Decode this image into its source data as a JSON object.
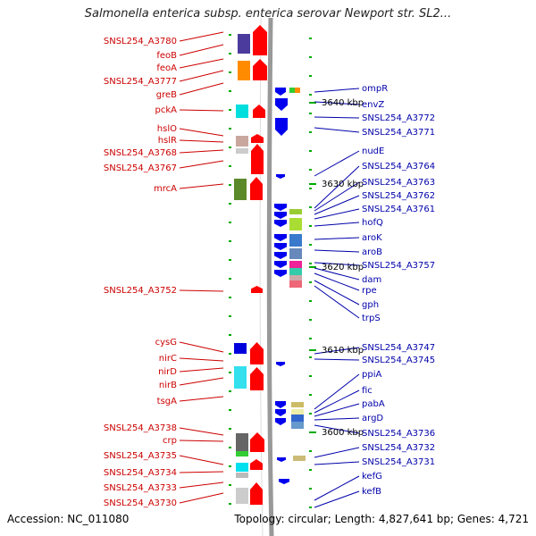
{
  "title": "Salmonella enterica subsp. enterica serovar Newport str. SL2...",
  "footer": {
    "accession": "Accession: NC_011080",
    "topology": "Topology: circular; Length: 4,827,641 bp; Genes: 4,721"
  },
  "colors": {
    "left_labels": "#cc0000",
    "right_labels": "#0000aa",
    "forward_genes": "#ff0000",
    "reverse_genes": "#0000ee",
    "backbone": "#999999",
    "ticks": "#00aa00"
  },
  "scale": {
    "ticks": [
      {
        "label": "3640 kbp"
      },
      {
        "label": "3630 kbp"
      },
      {
        "label": "3620 kbp"
      },
      {
        "label": "3610 kbp"
      },
      {
        "label": "3600 kbp"
      }
    ]
  },
  "left_genes": [
    {
      "name": "SNSL254_A3780"
    },
    {
      "name": "feoB"
    },
    {
      "name": "feoA"
    },
    {
      "name": "SNSL254_A3777"
    },
    {
      "name": "greB"
    },
    {
      "name": "pckA"
    },
    {
      "name": "hslO"
    },
    {
      "name": "hslR"
    },
    {
      "name": "SNSL254_A3768"
    },
    {
      "name": "SNSL254_A3767"
    },
    {
      "name": "mrcA"
    },
    {
      "name": "SNSL254_A3752"
    },
    {
      "name": "cysG"
    },
    {
      "name": "nirC"
    },
    {
      "name": "nirD"
    },
    {
      "name": "nirB"
    },
    {
      "name": "tsgA"
    },
    {
      "name": "SNSL254_A3738"
    },
    {
      "name": "crp"
    },
    {
      "name": "SNSL254_A3735"
    },
    {
      "name": "SNSL254_A3734"
    },
    {
      "name": "SNSL254_A3733"
    },
    {
      "name": "SNSL254_A3730"
    }
  ],
  "right_genes": [
    {
      "name": "ompR"
    },
    {
      "name": "envZ"
    },
    {
      "name": "SNSL254_A3772"
    },
    {
      "name": "SNSL254_A3771"
    },
    {
      "name": "nudE"
    },
    {
      "name": "SNSL254_A3764"
    },
    {
      "name": "SNSL254_A3763"
    },
    {
      "name": "SNSL254_A3762"
    },
    {
      "name": "SNSL254_A3761"
    },
    {
      "name": "hofQ"
    },
    {
      "name": "aroK"
    },
    {
      "name": "aroB"
    },
    {
      "name": "SNSL254_A3757"
    },
    {
      "name": "dam"
    },
    {
      "name": "rpe"
    },
    {
      "name": "gph"
    },
    {
      "name": "trpS"
    },
    {
      "name": "SNSL254_A3747"
    },
    {
      "name": "SNSL254_A3745"
    },
    {
      "name": "ppiA"
    },
    {
      "name": "fic"
    },
    {
      "name": "pabA"
    },
    {
      "name": "argD"
    },
    {
      "name": "SNSL254_A3736"
    },
    {
      "name": "SNSL254_A3732"
    },
    {
      "name": "SNSL254_A3731"
    },
    {
      "name": "kefG"
    },
    {
      "name": "kefB"
    }
  ]
}
